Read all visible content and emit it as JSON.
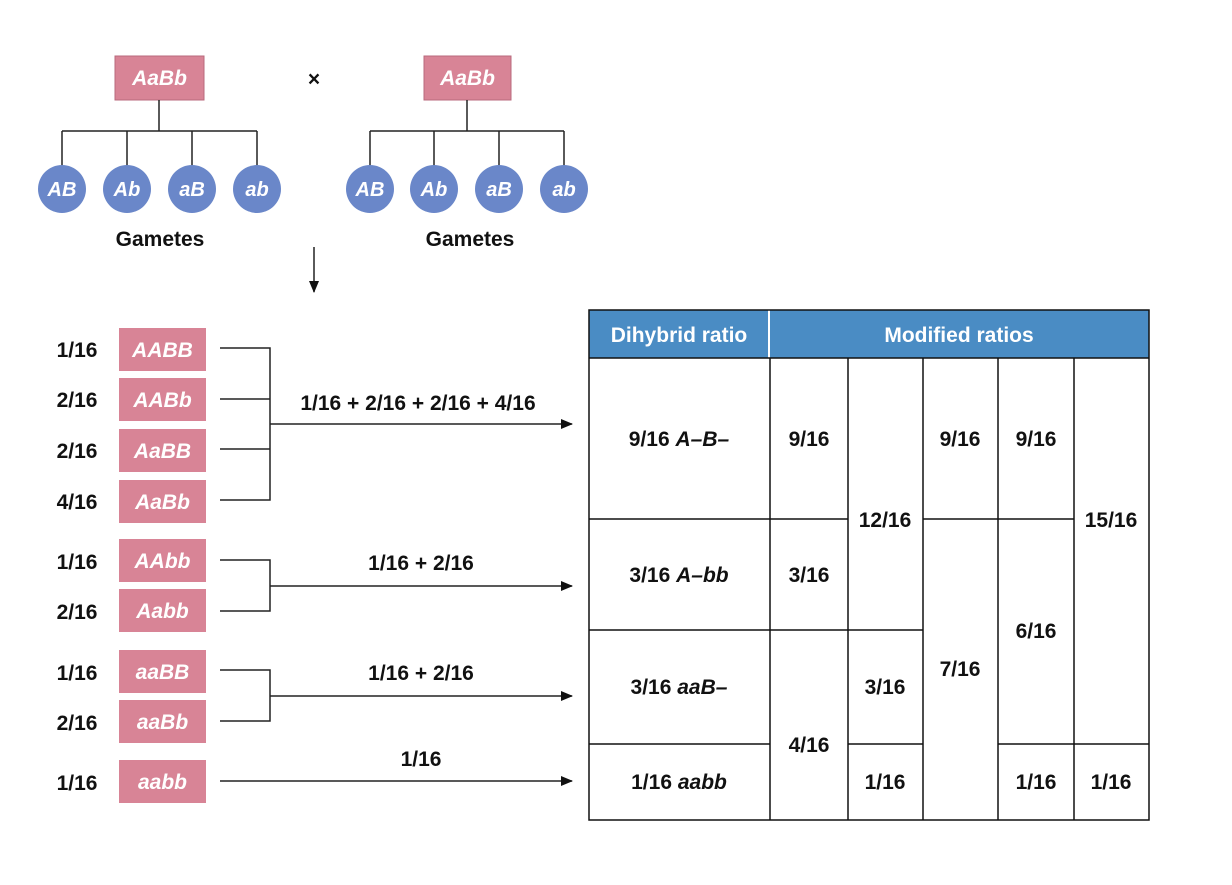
{
  "colors": {
    "genotype_box": "#d88496",
    "gamete_circle": "#6a87c9",
    "table_header": "#4a8cc4"
  },
  "cross": {
    "symbol": "×",
    "parent_left": "AaBb",
    "parent_right": "AaBb",
    "gametes_left": [
      "AB",
      "Ab",
      "aB",
      "ab"
    ],
    "gametes_right": [
      "AB",
      "Ab",
      "aB",
      "ab"
    ],
    "gametes_label_left": "Gametes",
    "gametes_label_right": "Gametes"
  },
  "offspring": [
    {
      "fraction": "1/16",
      "genotype": "AABB"
    },
    {
      "fraction": "2/16",
      "genotype": "AABb"
    },
    {
      "fraction": "2/16",
      "genotype": "AaBB"
    },
    {
      "fraction": "4/16",
      "genotype": "AaBb"
    },
    {
      "fraction": "1/16",
      "genotype": "AAbb"
    },
    {
      "fraction": "2/16",
      "genotype": "Aabb"
    },
    {
      "fraction": "1/16",
      "genotype": "aaBB"
    },
    {
      "fraction": "2/16",
      "genotype": "aaBb"
    },
    {
      "fraction": "1/16",
      "genotype": "aabb"
    }
  ],
  "sums": [
    "1/16 + 2/16 + 2/16 + 4/16",
    "1/16 + 2/16",
    "1/16 + 2/16",
    "1/16"
  ],
  "table": {
    "header_dihybrid": "Dihybrid ratio",
    "header_modified": "Modified ratios",
    "dihybrid": [
      {
        "fraction": "9/16",
        "genotype": "A–B–"
      },
      {
        "fraction": "3/16",
        "genotype": "A–bb"
      },
      {
        "fraction": "3/16",
        "genotype": "aaB–"
      },
      {
        "fraction": "1/16",
        "genotype": "aabb"
      }
    ],
    "modified_columns": [
      [
        "9/16",
        "3/16",
        "4/16"
      ],
      [
        "12/16",
        "3/16",
        "1/16"
      ],
      [
        "9/16",
        "7/16"
      ],
      [
        "9/16",
        "6/16",
        "1/16"
      ],
      [
        "15/16",
        "1/16"
      ]
    ]
  }
}
